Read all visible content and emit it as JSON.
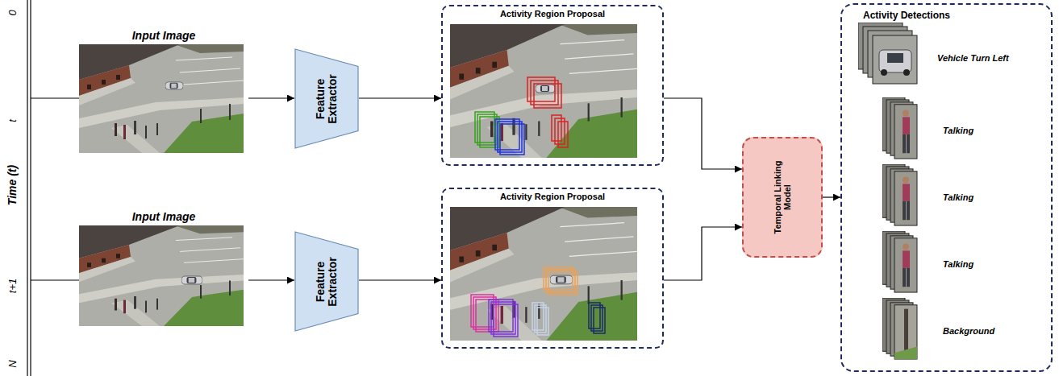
{
  "diagram": {
    "nodes": [
      {
        "text": [
          "Input Image"
        ]
      },
      {
        "text": [
          "Feature Extractor"
        ]
      },
      {
        "text": [
          "Activity Region Proposal"
        ]
      },
      {
        "text": [
          "Input Image"
        ]
      },
      {
        "text": [
          "Feature Extractor"
        ]
      },
      {
        "text": [
          "Activity Region Proposal"
        ]
      },
      {
        "text": [
          "Temporal Linking Model"
        ]
      },
      {
        "text": [
          "Activity Detections"
        ]
      },
      {
        "text": [
          "Vehicle Turn Left"
        ],
        "in": 7
      },
      {
        "text": [
          "Talking"
        ],
        "in": 7
      },
      {
        "text": [
          "Talking"
        ],
        "in": 7
      },
      {
        "text": [
          "Talking"
        ],
        "in": 7
      },
      {
        "text": [
          "Background"
        ],
        "in": 7
      }
    ],
    "edges": [
      {
        "from": 0,
        "to": 1,
        "arrow": "to"
      },
      {
        "from": 1,
        "to": 2,
        "arrow": "to"
      },
      {
        "from": 2,
        "to": 6,
        "arrow": "to"
      },
      {
        "from": 3,
        "to": 4,
        "arrow": "to"
      },
      {
        "from": 4,
        "to": 5,
        "arrow": "to"
      },
      {
        "from": 5,
        "to": 6,
        "arrow": "to"
      },
      {
        "from": 6,
        "to": 7,
        "arrow": "to"
      }
    ],
    "labels": [
      "0",
      "t",
      "Time (t)",
      "t+1",
      "N"
    ]
  }
}
